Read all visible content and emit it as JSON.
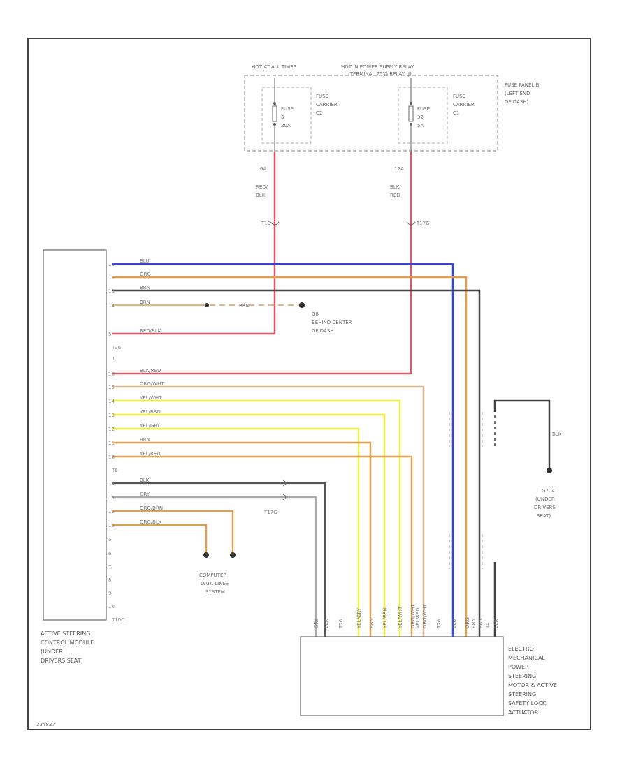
{
  "colors": {
    "blue": "#3344ee",
    "orange": "#e0a050",
    "brown": "#c8a070",
    "black": "#444444",
    "red": "#dd5566",
    "tan": "#d8b890",
    "yellow": "#eeee44",
    "gray": "#aaaaaa"
  },
  "power": {
    "hot_at_all_times": "HOT AT ALL TIMES",
    "hot_in_relay": "HOT IN POWER SUPPLY RELAY",
    "relay_terminal": "(TERMINAL 75X) RELAY (J)",
    "fuse_panel": [
      "FUSE PANEL B",
      "(LEFT END",
      "OF DASH)"
    ],
    "fuse1": {
      "name": "FUSE",
      "number": "6",
      "amp": "20A",
      "carrier": [
        "FUSE",
        "CARRIER",
        "C2"
      ]
    },
    "fuse2": {
      "name": "FUSE",
      "number": "32",
      "amp": "5A",
      "carrier": [
        "FUSE",
        "CARRIER",
        "C1"
      ]
    },
    "wire1_pin": "6A",
    "wire2_pin": "12A",
    "wire1_color": [
      "RED/",
      "BLK"
    ],
    "wire2_color": [
      "BLK/",
      "RED"
    ],
    "conn1": "T10",
    "conn2": "T17G"
  },
  "module_left": {
    "name": [
      "ACTIVE STEERING",
      "CONTROL MODULE",
      "(UNDER",
      "DRIVERS SEAT)"
    ],
    "connector_t36": "T36",
    "connector_t6": "T6",
    "connector_t10c": "T10C",
    "pins_top": [
      "11",
      "12",
      "13",
      "14",
      "5"
    ],
    "wires_top": [
      "BLU",
      "ORG",
      "BRN",
      "BRN",
      "RED/BLK"
    ],
    "pin_t36_1": "1",
    "pins_mid": [
      "16",
      "15",
      "14",
      "13",
      "12",
      "11",
      "10"
    ],
    "wires_mid": [
      "BLK/RED",
      "ORG/WHT",
      "YEL/WHT",
      "YEL/BRN",
      "YEL/GRY",
      "BRN",
      "YEL/RED"
    ],
    "pins_bot": [
      "14",
      "15",
      "12",
      "13",
      "5",
      "6",
      "7",
      "8",
      "9",
      "10"
    ],
    "wires_bot": [
      "BLK",
      "GRY",
      "ORG/BRN",
      "ORG/BLK"
    ]
  },
  "ground_behind_dash": {
    "wire": "BRN",
    "label": [
      "G8",
      "BEHIND CENTER",
      "OF DASH"
    ]
  },
  "ground_seat": {
    "wire": "BLK",
    "label": [
      "G704",
      "(UNDER",
      "DRIVERS",
      "SEAT)"
    ]
  },
  "t17g_lower": "T17G",
  "computer_data": [
    "COMPUTER",
    "DATA LINES",
    "SYSTEM"
  ],
  "module_right": {
    "name": [
      "ELECTRO-",
      "MECHANICAL",
      "POWER",
      "STEERING",
      "MOTOR & ACTIVE",
      "STEERING",
      "SAFETY LOCK",
      "ACTUATOR"
    ],
    "wire_labels": [
      "GRY",
      "BLK",
      "T26",
      "YEL/GRY",
      "BRN",
      "YEL/BRN",
      "YEL/WHT",
      "ORG/WHT",
      "YEL/RED",
      "ORG/WHT",
      "T26",
      "BLU",
      "ORG",
      "BRN",
      "BRN",
      "T4",
      "BLK"
    ]
  },
  "footer_code": "234827"
}
